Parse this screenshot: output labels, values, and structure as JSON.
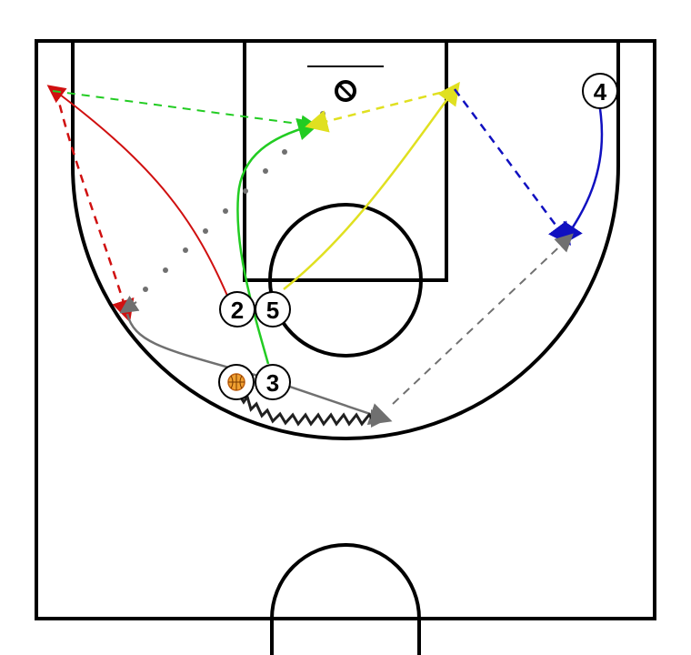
{
  "players": [
    {
      "id": "p2",
      "label": "2"
    },
    {
      "id": "p5",
      "label": "5"
    },
    {
      "id": "p3",
      "label": "3"
    },
    {
      "id": "p4",
      "label": "4"
    }
  ],
  "ball": {
    "icon": "basketball-icon",
    "color": "#f0a030"
  },
  "colors": {
    "court_lines": "#000000",
    "red": "#d01010",
    "green": "#22cc22",
    "yellow": "#e0e020",
    "blue": "#1010c0",
    "gray": "#707070",
    "dribble": "#202020"
  }
}
